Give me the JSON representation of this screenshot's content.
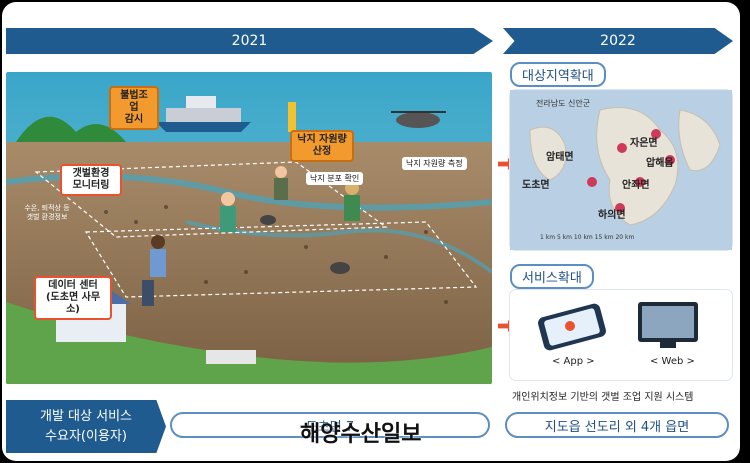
{
  "years": {
    "left": "2021",
    "right": "2022"
  },
  "scene": {
    "callouts": {
      "illegal": "불법조업\n감시",
      "octopus_est": "낙지 자원량\n산정",
      "monitoring": "갯벌환경\n모니터링",
      "datacenter": "데이터 센터\n(도초면 사무소)"
    },
    "tags": {
      "octopus_measure": "낙지 자원량 측정",
      "octopus_dist": "낙지 분포 확인"
    },
    "note": "수온, 퇴적상 등\n갯벌 환경정보"
  },
  "target_area": {
    "title": "대상지역확대",
    "map_region": "전라남도 신안군",
    "places": [
      "암태면",
      "자은면",
      "압해읍",
      "도초면",
      "안좌면",
      "하의면"
    ],
    "scale": "1 km  5 km 10 km 15 km 20 km"
  },
  "service": {
    "title": "서비스확대",
    "app_label": "< App >",
    "web_label": "< Web >",
    "caption": "개인위치정보 기반의 갯벌 조업 지원 시스템"
  },
  "bottom": {
    "left_line1": "개발 대상 서비스",
    "left_line2": "수요자(이용자)",
    "mid_pill": "도초면 7",
    "right_pill": "지도읍 선도리 외 4개 읍면",
    "watermark": "해양수산일보"
  },
  "colors": {
    "navy": "#1f5b8e",
    "accent": "#e8522e",
    "pill_border": "#5b8ec2"
  }
}
